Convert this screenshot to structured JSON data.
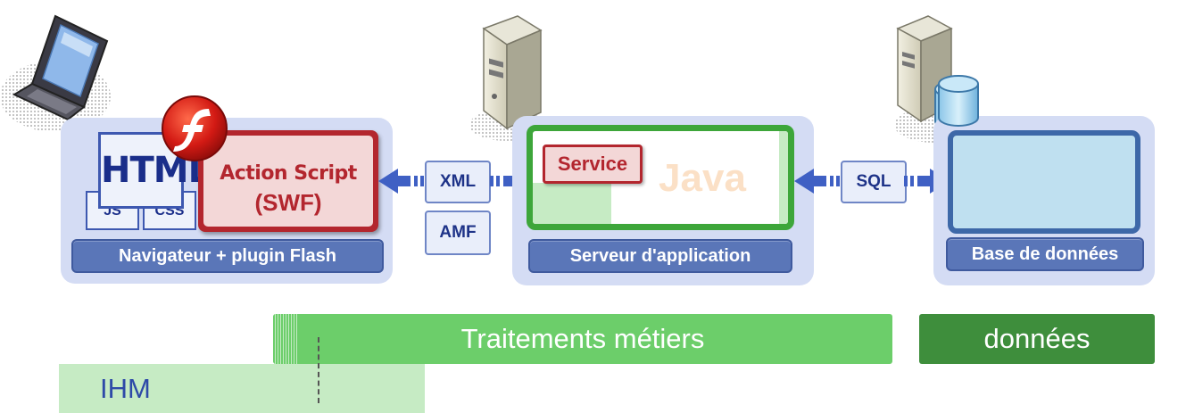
{
  "client": {
    "html_label": "HTML",
    "js_label": "JS",
    "css_label": "CSS",
    "swf_title": "Action Script",
    "swf_subtitle": "(SWF)",
    "tier_label": "Navigateur + plugin Flash"
  },
  "protocols": {
    "xml": "XML",
    "amf": "AMF",
    "sql": "SQL"
  },
  "server": {
    "service_label": "Service",
    "java_label": "Java",
    "tier_label": "Serveur d'application"
  },
  "database": {
    "tier_label": "Base de données"
  },
  "layers": {
    "traitements": "Traitements métiers",
    "donnees": "données",
    "ihm": "IHM"
  },
  "colors": {
    "tier_bg": "#d4dcf4",
    "tier_label_bg": "#5a76b8",
    "swf_red": "#b3262e",
    "java_green": "#3da63a",
    "db_blue": "#bfe0f0",
    "band_green": "#6cce6a",
    "band_dark_green": "#3e8e3c",
    "band_light_green": "#c6ebc4",
    "arrow_blue": "#3f60c4"
  }
}
